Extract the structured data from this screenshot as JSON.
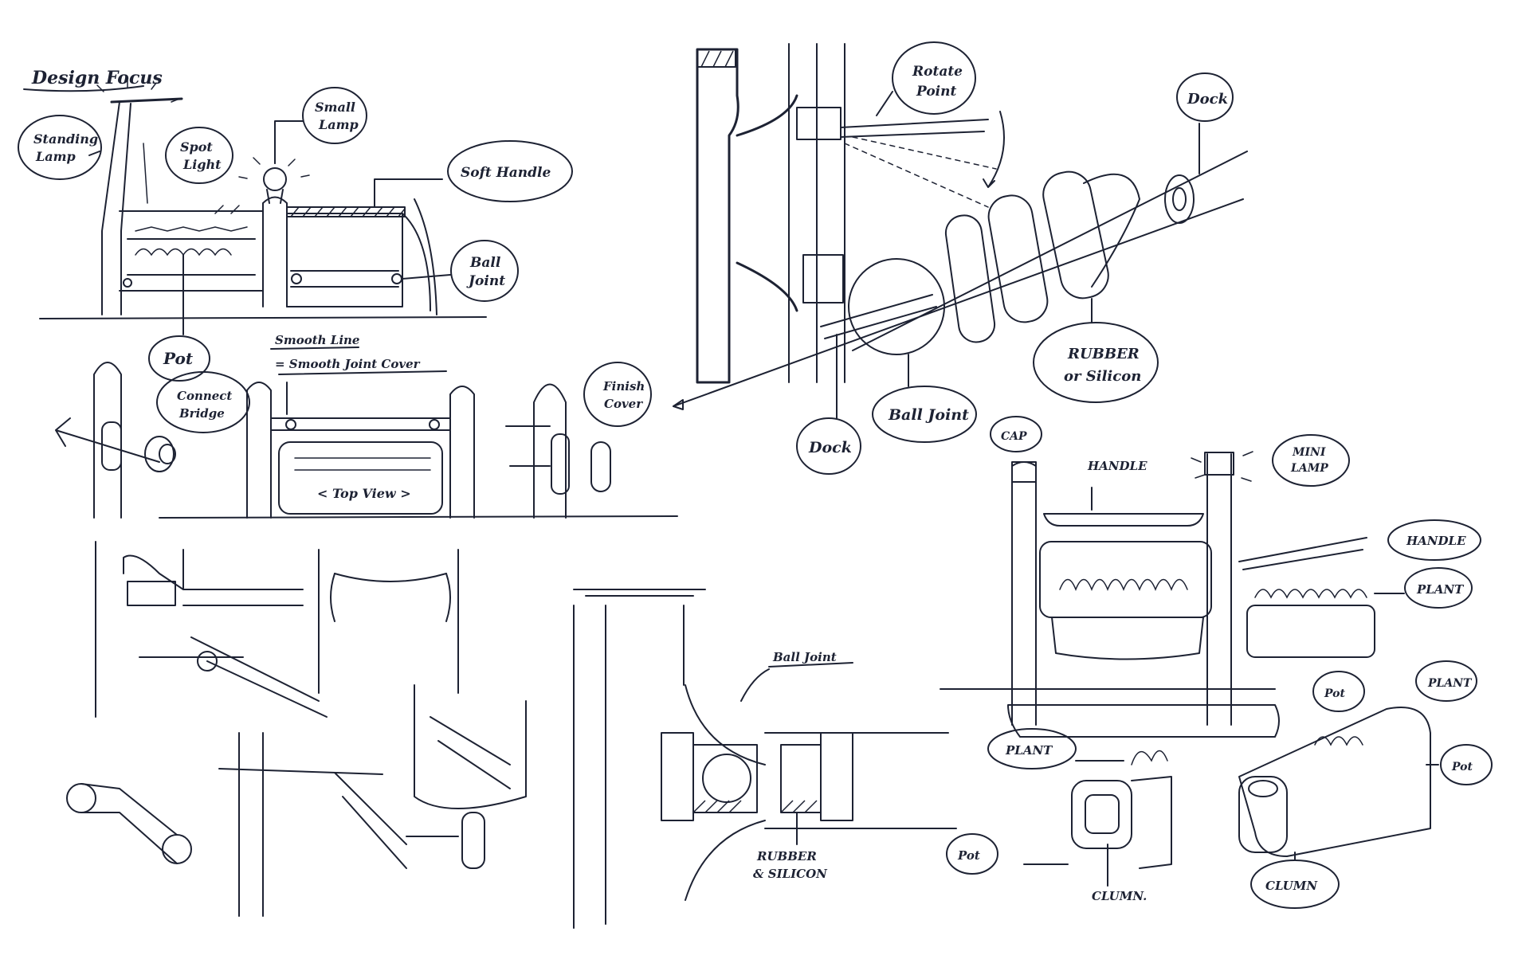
{
  "labels": {
    "design_focus": "Design Focus",
    "standing_lamp": [
      "Standing",
      "Lamp"
    ],
    "spot_light": [
      "Spot",
      "Light"
    ],
    "small_lamp": [
      "Small",
      "Lamp"
    ],
    "soft_handle": "Soft Handle",
    "ball_joint_top": [
      "Ball",
      "Joint"
    ],
    "pot_top": "Pot",
    "smooth_line": "Smooth Line",
    "smooth_joint_cover": "= Smooth Joint Cover",
    "connect_bridge": [
      "Connect",
      "Bridge"
    ],
    "top_view": "< Top View >",
    "finish_cover": [
      "Finish",
      "Cover"
    ],
    "rotate_point": [
      "Rotate",
      "Point"
    ],
    "dock_top": "Dock",
    "rubber_silicon_top": [
      "RUBBER",
      "or Silicon"
    ],
    "ball_joint_mid": "Ball Joint",
    "dock_mid": "Dock",
    "cap": "CAP",
    "handle_1": "HANDLE",
    "mini_lamp": [
      "MINI",
      "LAMP"
    ],
    "handle_2": "HANDLE",
    "plant_1": "PLANT",
    "plant_2": "PLANT",
    "plant_3": "PLANT",
    "pot_1": "Pot",
    "pot_2": "Pot",
    "pot_3": "Pot",
    "column_1": "CLUMN",
    "column_2": "CLUMN.",
    "ball_joint_bottom": "Ball Joint",
    "rubber_silicon_bottom": [
      "RUBBER",
      "& SILICON"
    ]
  },
  "colors": {
    "ink": "#1d2233",
    "paper": "#ffffff"
  }
}
